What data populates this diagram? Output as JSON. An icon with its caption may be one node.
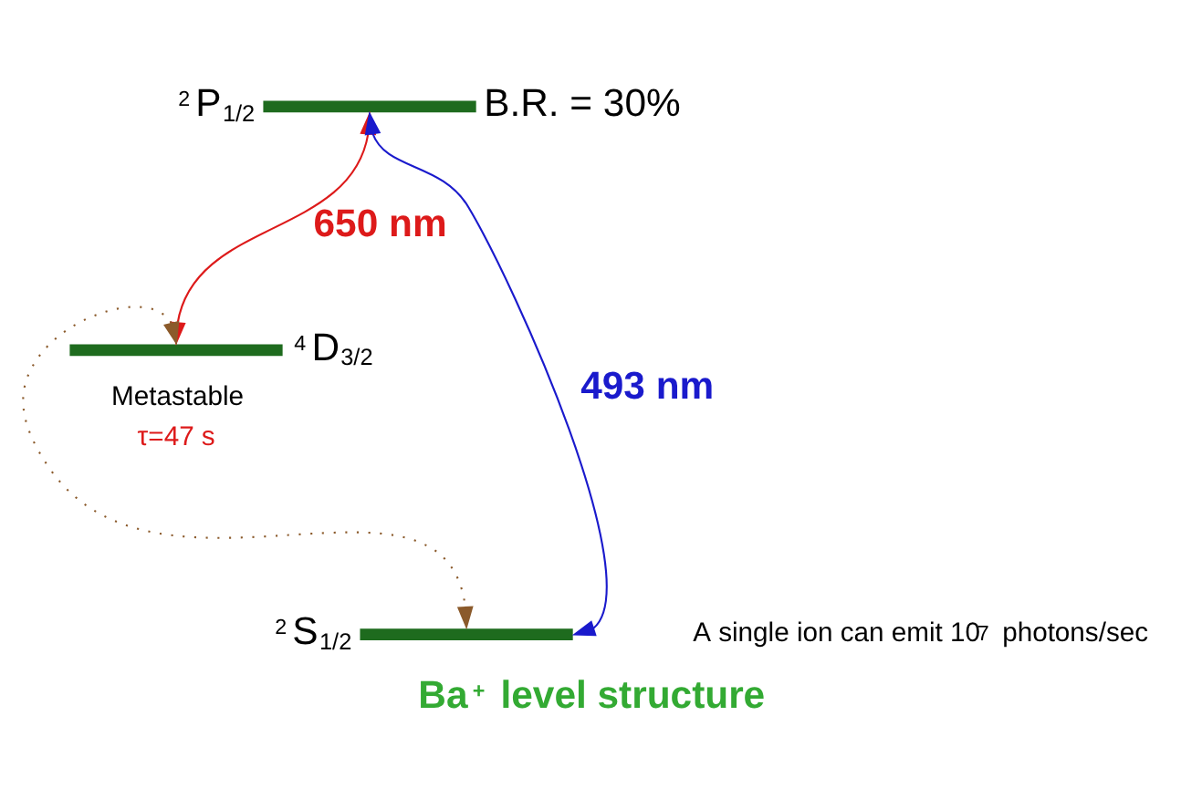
{
  "diagram": {
    "caption": "Ba$^{+}$ level structure",
    "nodes": [
      {
        "text": [],
        "shape": "bar",
        "beside": [
          "$^{2}$P$_{1/2}$",
          "B.R. = 30%"
        ]
      },
      {
        "text": [],
        "shape": "bar",
        "beside": [
          "$^{4}$D$_{3/2}$",
          "Metastable",
          "τ=47 s"
        ]
      },
      {
        "text": [],
        "shape": "bar",
        "beside": [
          "$^{2}$S$_{1/2}$"
        ]
      }
    ],
    "edges": [
      {
        "from": 0,
        "to": 2,
        "arrow": "both",
        "label": "493 nm",
        "color": "#1a1acc"
      },
      {
        "from": 0,
        "to": 1,
        "arrow": "both",
        "label": "650 nm",
        "color": "#dd1a1a"
      },
      {
        "from": 1,
        "to": 2,
        "arrow": "both",
        "style": "dashed",
        "color": "#8b5a2b"
      }
    ],
    "labels": [
      "A single ion can emit 10$^{7}$ photons/sec"
    ]
  }
}
